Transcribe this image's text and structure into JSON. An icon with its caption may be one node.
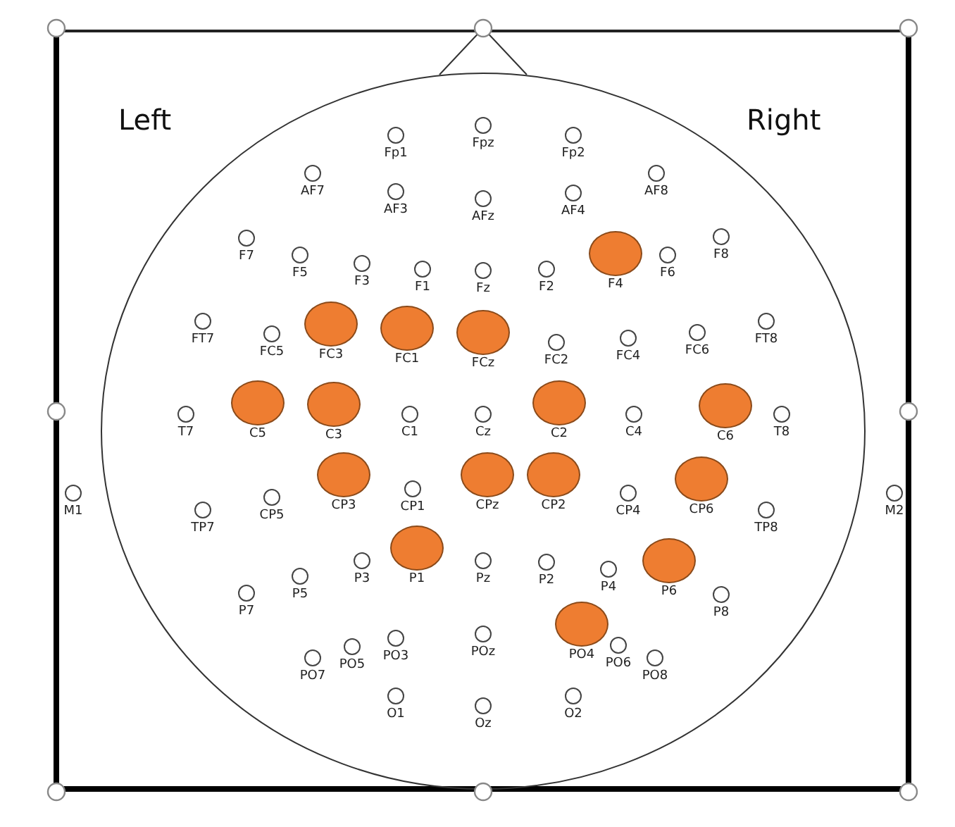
{
  "diagram": {
    "nodes": [
      {
        "text": [
          "Fp1"
        ]
      },
      {
        "text": [
          "Fpz"
        ]
      },
      {
        "text": [
          "Fp2"
        ]
      },
      {
        "text": [
          "AF7"
        ]
      },
      {
        "text": [
          "AF3"
        ]
      },
      {
        "text": [
          "AFz"
        ]
      },
      {
        "text": [
          "AF4"
        ]
      },
      {
        "text": [
          "AF8"
        ]
      },
      {
        "text": [
          "F7"
        ]
      },
      {
        "text": [
          "F5"
        ]
      },
      {
        "text": [
          "F3"
        ]
      },
      {
        "text": [
          "F1"
        ]
      },
      {
        "text": [
          "Fz"
        ]
      },
      {
        "text": [
          "F2"
        ]
      },
      {
        "text": [
          "F4"
        ]
      },
      {
        "text": [
          "F6"
        ]
      },
      {
        "text": [
          "F8"
        ]
      },
      {
        "text": [
          "FT7"
        ]
      },
      {
        "text": [
          "FC5"
        ]
      },
      {
        "text": [
          "FC3"
        ]
      },
      {
        "text": [
          "FC1"
        ]
      },
      {
        "text": [
          "FCz"
        ]
      },
      {
        "text": [
          "FC2"
        ]
      },
      {
        "text": [
          "FC4"
        ]
      },
      {
        "text": [
          "FC6"
        ]
      },
      {
        "text": [
          "FT8"
        ]
      },
      {
        "text": [
          "T7"
        ]
      },
      {
        "text": [
          "C5"
        ]
      },
      {
        "text": [
          "C3"
        ]
      },
      {
        "text": [
          "C1"
        ]
      },
      {
        "text": [
          "Cz"
        ]
      },
      {
        "text": [
          "C2"
        ]
      },
      {
        "text": [
          "C4"
        ]
      },
      {
        "text": [
          "C6"
        ]
      },
      {
        "text": [
          "T8"
        ]
      },
      {
        "text": [
          "M1"
        ]
      },
      {
        "text": [
          "TP7"
        ]
      },
      {
        "text": [
          "CP5"
        ]
      },
      {
        "text": [
          "CP3"
        ]
      },
      {
        "text": [
          "CP1"
        ]
      },
      {
        "text": [
          "CPz"
        ]
      },
      {
        "text": [
          "CP2"
        ]
      },
      {
        "text": [
          "CP4"
        ]
      },
      {
        "text": [
          "CP6"
        ]
      },
      {
        "text": [
          "TP8"
        ]
      },
      {
        "text": [
          "M2"
        ]
      },
      {
        "text": [
          "P7"
        ]
      },
      {
        "text": [
          "P5"
        ]
      },
      {
        "text": [
          "P3"
        ]
      },
      {
        "text": [
          "P1"
        ]
      },
      {
        "text": [
          "Pz"
        ]
      },
      {
        "text": [
          "P2"
        ]
      },
      {
        "text": [
          "P4"
        ]
      },
      {
        "text": [
          "P6"
        ]
      },
      {
        "text": [
          "P8"
        ]
      },
      {
        "text": [
          "PO7"
        ]
      },
      {
        "text": [
          "PO5"
        ]
      },
      {
        "text": [
          "PO3"
        ]
      },
      {
        "text": [
          "POz"
        ]
      },
      {
        "text": [
          "PO4"
        ]
      },
      {
        "text": [
          "PO6"
        ]
      },
      {
        "text": [
          "PO8"
        ]
      },
      {
        "text": [
          "O1"
        ]
      },
      {
        "text": [
          "Oz"
        ]
      },
      {
        "text": [
          "O2"
        ]
      },
      {
        "text": [],
        "shape": "circle"
      },
      {
        "text": [],
        "shape": "circle"
      },
      {
        "text": [],
        "shape": "circle"
      },
      {
        "text": [],
        "shape": "circle"
      },
      {
        "text": [],
        "shape": "circle"
      },
      {
        "text": [],
        "shape": "circle"
      },
      {
        "text": [],
        "shape": "circle"
      },
      {
        "text": [],
        "shape": "circle"
      },
      {
        "text": [],
        "shape": "circle"
      },
      {
        "text": [],
        "shape": "circle"
      },
      {
        "text": [],
        "shape": "circle"
      },
      {
        "text": [],
        "shape": "circle"
      },
      {
        "text": [],
        "shape": "circle"
      },
      {
        "text": [],
        "shape": "circle"
      },
      {
        "text": [],
        "shape": "circle"
      }
    ],
    "labels": [
      "Left",
      "Right"
    ]
  }
}
